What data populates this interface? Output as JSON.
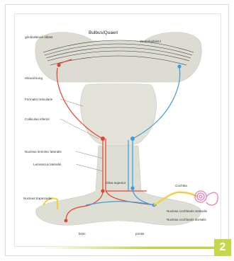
{
  "figure": {
    "title": "Bulbus/Quaeri",
    "labels": {
      "top_left": "génikulátová oblast",
      "hilum": "Hilovál kung",
      "ventral_pathway_label": "Ventrobulbární",
      "formatio": "Formatio reticularis",
      "collicular": "Colliculus inferior",
      "nucleus_lateral": "Nucleus lemnisci lateralis",
      "lemniscus": "Lemniscus lateralis",
      "olive": "Oliva superior",
      "left_nuclei": "Nucleus trapezoidei",
      "cochlea": "Cochlea",
      "nucleus_ventral": "Nucleus cochlearis ventralis",
      "nucleus_dorsal": "Nucleus cochlearis dorsalis",
      "bottom_left": "brisc",
      "bottom_mid": "pontis"
    }
  },
  "page_number": "2",
  "colors": {
    "red_pathway": "#e8402f",
    "blue_pathway": "#3d9be0",
    "yellow_nerve": "#f4cf3a",
    "pink_cochlea": "#e67fb8",
    "badge": "#c6d84a"
  }
}
